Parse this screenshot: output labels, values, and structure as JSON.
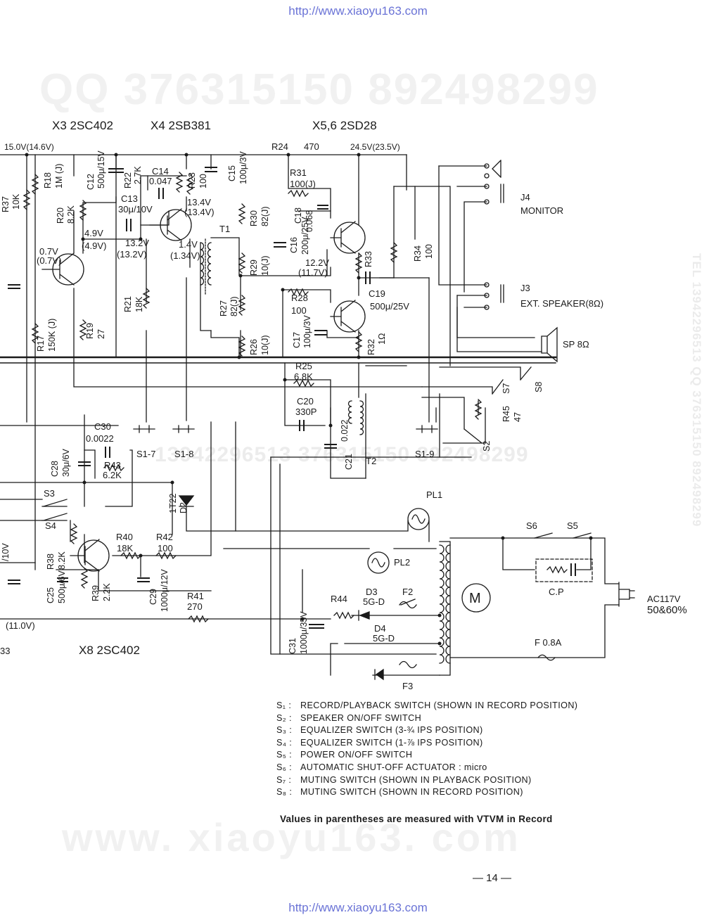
{
  "header": {
    "url": "http://www.xiaoyu163.com"
  },
  "footer": {
    "url": "http://www.xiaoyu163.com",
    "page_number": "— 14 —"
  },
  "watermarks": {
    "qq": "QQ 376315150   892498299",
    "site": "www. xiaoyu163. com",
    "side": "TEL 13942296513  QQ 376315150  892498299",
    "mid": "13942296513      376315150  892498299"
  },
  "transistors": {
    "x3": "X3  2SC402",
    "x4": "X4  2SB381",
    "x56": "X5,6  2SD28",
    "x8": "X8  2SC402"
  },
  "components": {
    "r18": "R18",
    "r18v": "1M (J)",
    "r22": "R22",
    "r22v": "2.7K",
    "r23": "R23",
    "r23v": "100",
    "r24": "R24",
    "r24v": "470",
    "r31": "R31",
    "r31v": "100(J)",
    "r20": "R20",
    "r20v": "8.2K",
    "r30": "R30",
    "r30v": "82(J)",
    "r29": "R29",
    "r29v": "10(J)",
    "r33": "R33",
    "r34": "R34",
    "r34v": "100",
    "r21": "R21",
    "r21v": "18K",
    "r27": "R27",
    "r27v": "82(J)",
    "r28": "R28",
    "r28v": "100",
    "r26": "R26",
    "r26v": "10(J)",
    "r17": "R17",
    "r17v": "150K (J)",
    "r19": "R19",
    "r19v": "27",
    "r32": "R32",
    "r32v": "1Ω",
    "r25": "R25",
    "r25v": "6.8K",
    "r37": "R37",
    "r37v": "10K",
    "r43": "R43",
    "r43v": "6.2K",
    "r45": "R45",
    "r45v": "47",
    "r38": "R38",
    "r38v": "8.2K",
    "r39": "R39",
    "r39v": "2.2K",
    "r40": "R40",
    "r40v": "18K",
    "r42": "R42",
    "r42v": "100",
    "r41": "R41",
    "r41v": "270",
    "r44": "R44",
    "c12": "C12",
    "c12v": "500μ/15V",
    "c14": "C14",
    "c14v": "0.047",
    "c13": "C13",
    "c13v": "30μ/10V",
    "c15": "C15",
    "c15v": "100μ/3V",
    "c18": "C18",
    "c18v": "0.068",
    "c16": "C16",
    "c16v": "200μ/25V",
    "c19": "C19",
    "c19v": "500μ/25V",
    "c17": "C17",
    "c17v": "100μ/3V",
    "c20": "C20",
    "c20v": "330P",
    "c21": "C21",
    "c21v": "0.022",
    "c30": "C30",
    "c30v": "0.0022",
    "c28": "C28",
    "c28v": "30μ/6V",
    "c25": "C25",
    "c25v": "500μ/6V",
    "c29": "C29",
    "c29v": "1000μ/12V",
    "c31": "C31",
    "c31v": "1000μ/35V",
    "d2": "D2",
    "d2v": "1T22",
    "d3": "D3",
    "d3v": "5G-D",
    "d4": "D4",
    "d4v": "5G-D",
    "t1": "T1",
    "t2": "T2",
    "pl1": "PL1",
    "pl2": "PL2",
    "j4": "J4",
    "j4v": "MONITOR",
    "j3": "J3",
    "j3v": "EXT. SPEAKER(8Ω)",
    "sp": "SP  8Ω",
    "s17": "S1-7",
    "s18": "S1-8",
    "s19": "S1-9",
    "s2": "S2",
    "s3": "S3",
    "s4": "S4",
    "s5": "S5",
    "s6": "S6",
    "s7": "S7",
    "s8": "S8",
    "f2": "F2",
    "f3": "F3",
    "f": "F  0.8A",
    "cp": "C.P",
    "motor": "M",
    "ac": "AC117V",
    "acv": "50&60%"
  },
  "voltages": {
    "v15": "15.0V(14.6V)",
    "v245": "24.5V(23.5V)",
    "v49": "4.9V",
    "v49p": "(4.9V)",
    "v07": "0.7V",
    "v07p": "(0.7V)",
    "v132": "13.2V",
    "v132p": "(13.2V)",
    "v134": "13.4V",
    "v134p": "(13.4V)",
    "v14": "1.4V",
    "v14p": "(1.34V)",
    "v122": "12.2V",
    "v122p": "(11.7V)",
    "v11": "(11.0V)",
    "left_r37": "10K",
    "left_33": "33",
    "left_10v": "/10V"
  },
  "legend": [
    {
      "key": "S₁ :",
      "text": "RECORD/PLAYBACK SWITCH (SHOWN IN RECORD POSITION)"
    },
    {
      "key": "S₂ :",
      "text": "SPEAKER ON/OFF SWITCH"
    },
    {
      "key": "S₃ :",
      "text": "EQUALIZER SWITCH (3-¾ IPS POSITION)"
    },
    {
      "key": "S₄ :",
      "text": "EQUALIZER SWITCH (1-⅞ IPS POSITION)"
    },
    {
      "key": "S₅ :",
      "text": "POWER ON/OFF SWITCH"
    },
    {
      "key": "S₆ :",
      "text": "AUTOMATIC SHUT-OFF ACTUATOR : micro"
    },
    {
      "key": "S₇ :",
      "text": "MUTING SWITCH (SHOWN IN PLAYBACK POSITION)"
    },
    {
      "key": "S₈ :",
      "text": "MUTING SWITCH (SHOWN IN RECORD POSITION)"
    }
  ],
  "note": "Values in parentheses are measured with VTVM in Record"
}
